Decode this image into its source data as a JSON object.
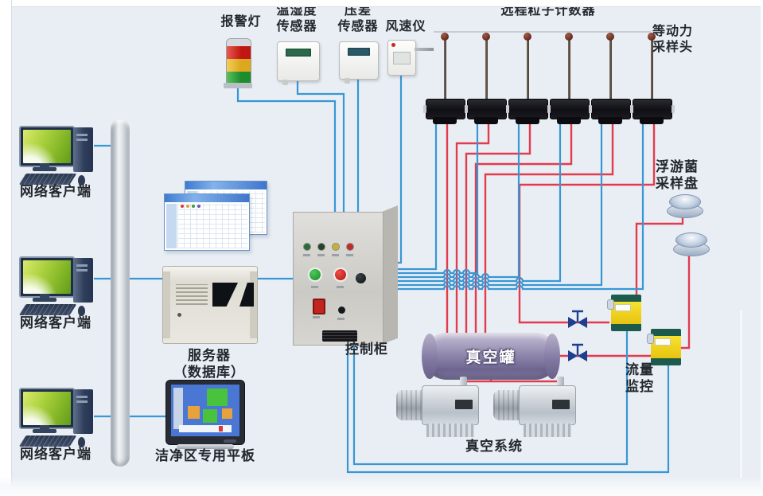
{
  "labels": {
    "alarm_light": "报警灯",
    "temp_humidity_sensor": [
      "温湿度",
      "传感器"
    ],
    "pressure_sensor": [
      "压差",
      "传感器"
    ],
    "anemometer": "风速仪",
    "remote_particle_counter": "远程粒子计数器",
    "isokinetic_sampling_head": [
      "等动力",
      "采样头"
    ],
    "network_client": "网络客户端",
    "server": [
      "服务器",
      "（数据库）"
    ],
    "control_cabinet": "控制柜",
    "cleanroom_tablet": "洁净区专用平板",
    "vacuum_tank": "真空罐",
    "vacuum_system": "真空系统",
    "airborne_bacteria_plate": [
      "浮游菌",
      "采样盘"
    ],
    "flow_monitor": [
      "流量",
      "监控"
    ]
  },
  "colors": {
    "background": "#e9eef4",
    "signal_line_blue": "#3797d4",
    "vacuum_line_red": "#e23b4e",
    "valve_navy": "#1d3f8f",
    "flow_monitor_yellow": "#f0d023",
    "alarm_red": "#d0281e",
    "alarm_yellow": "#e8b92e",
    "alarm_green": "#2f9e3a"
  },
  "counts": {
    "network_clients": 3,
    "particle_counters": 6,
    "vacuum_pumps": 2,
    "bacteria_plates": 2,
    "flow_monitors": 2,
    "valves": 2
  }
}
